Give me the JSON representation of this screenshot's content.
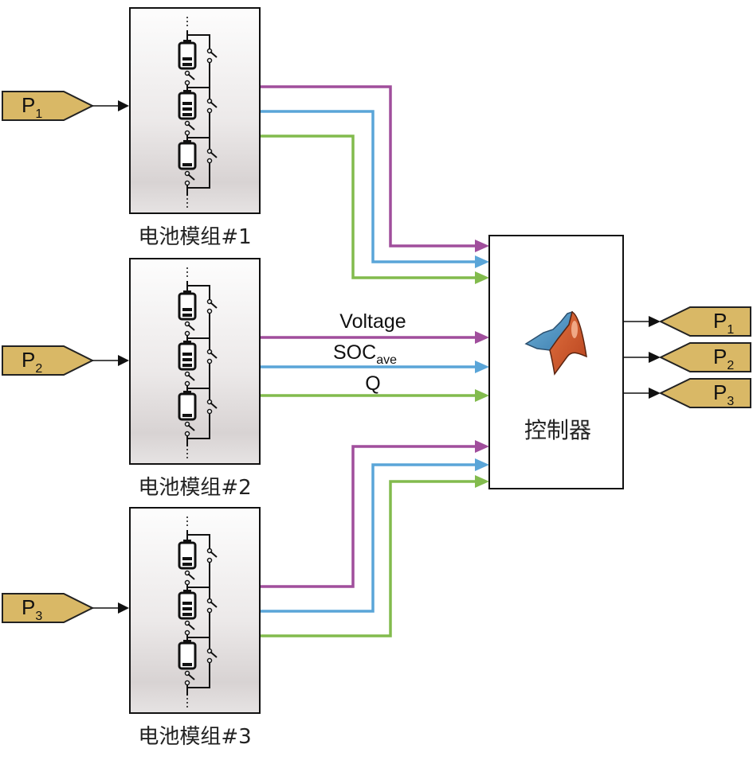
{
  "diagram": {
    "colors": {
      "voltage": "#a04e9c",
      "soc": "#5aa5d8",
      "q": "#82bb4d",
      "tag_fill": "#d9b866",
      "tag_stroke": "#222222",
      "module_grad_top": "#fdfdfd",
      "module_grad_mid": "#d8d3d3",
      "wire": "#111111"
    },
    "input_tags": [
      {
        "base": "P",
        "sub": "1"
      },
      {
        "base": "P",
        "sub": "2"
      },
      {
        "base": "P",
        "sub": "3"
      }
    ],
    "modules": [
      {
        "label": "电池模组#1",
        "cells": [
          "two-bar",
          "three-bar",
          "one-bar"
        ]
      },
      {
        "label": "电池模组#2",
        "cells": [
          "two-bar",
          "three-bar",
          "one-bar"
        ]
      },
      {
        "label": "电池模组#3",
        "cells": [
          "two-bar",
          "three-bar",
          "one-bar"
        ]
      }
    ],
    "signals": [
      {
        "name": "Voltage",
        "base": "Voltage",
        "sub": ""
      },
      {
        "name": "SOCave",
        "base": "SOC",
        "sub": "ave"
      },
      {
        "name": "Q",
        "base": "Q",
        "sub": ""
      }
    ],
    "controller": {
      "label": "控制器",
      "icon": "matlab-logo-icon"
    },
    "output_tags": [
      {
        "base": "P",
        "sub": "1"
      },
      {
        "base": "P",
        "sub": "2"
      },
      {
        "base": "P",
        "sub": "3"
      }
    ]
  }
}
